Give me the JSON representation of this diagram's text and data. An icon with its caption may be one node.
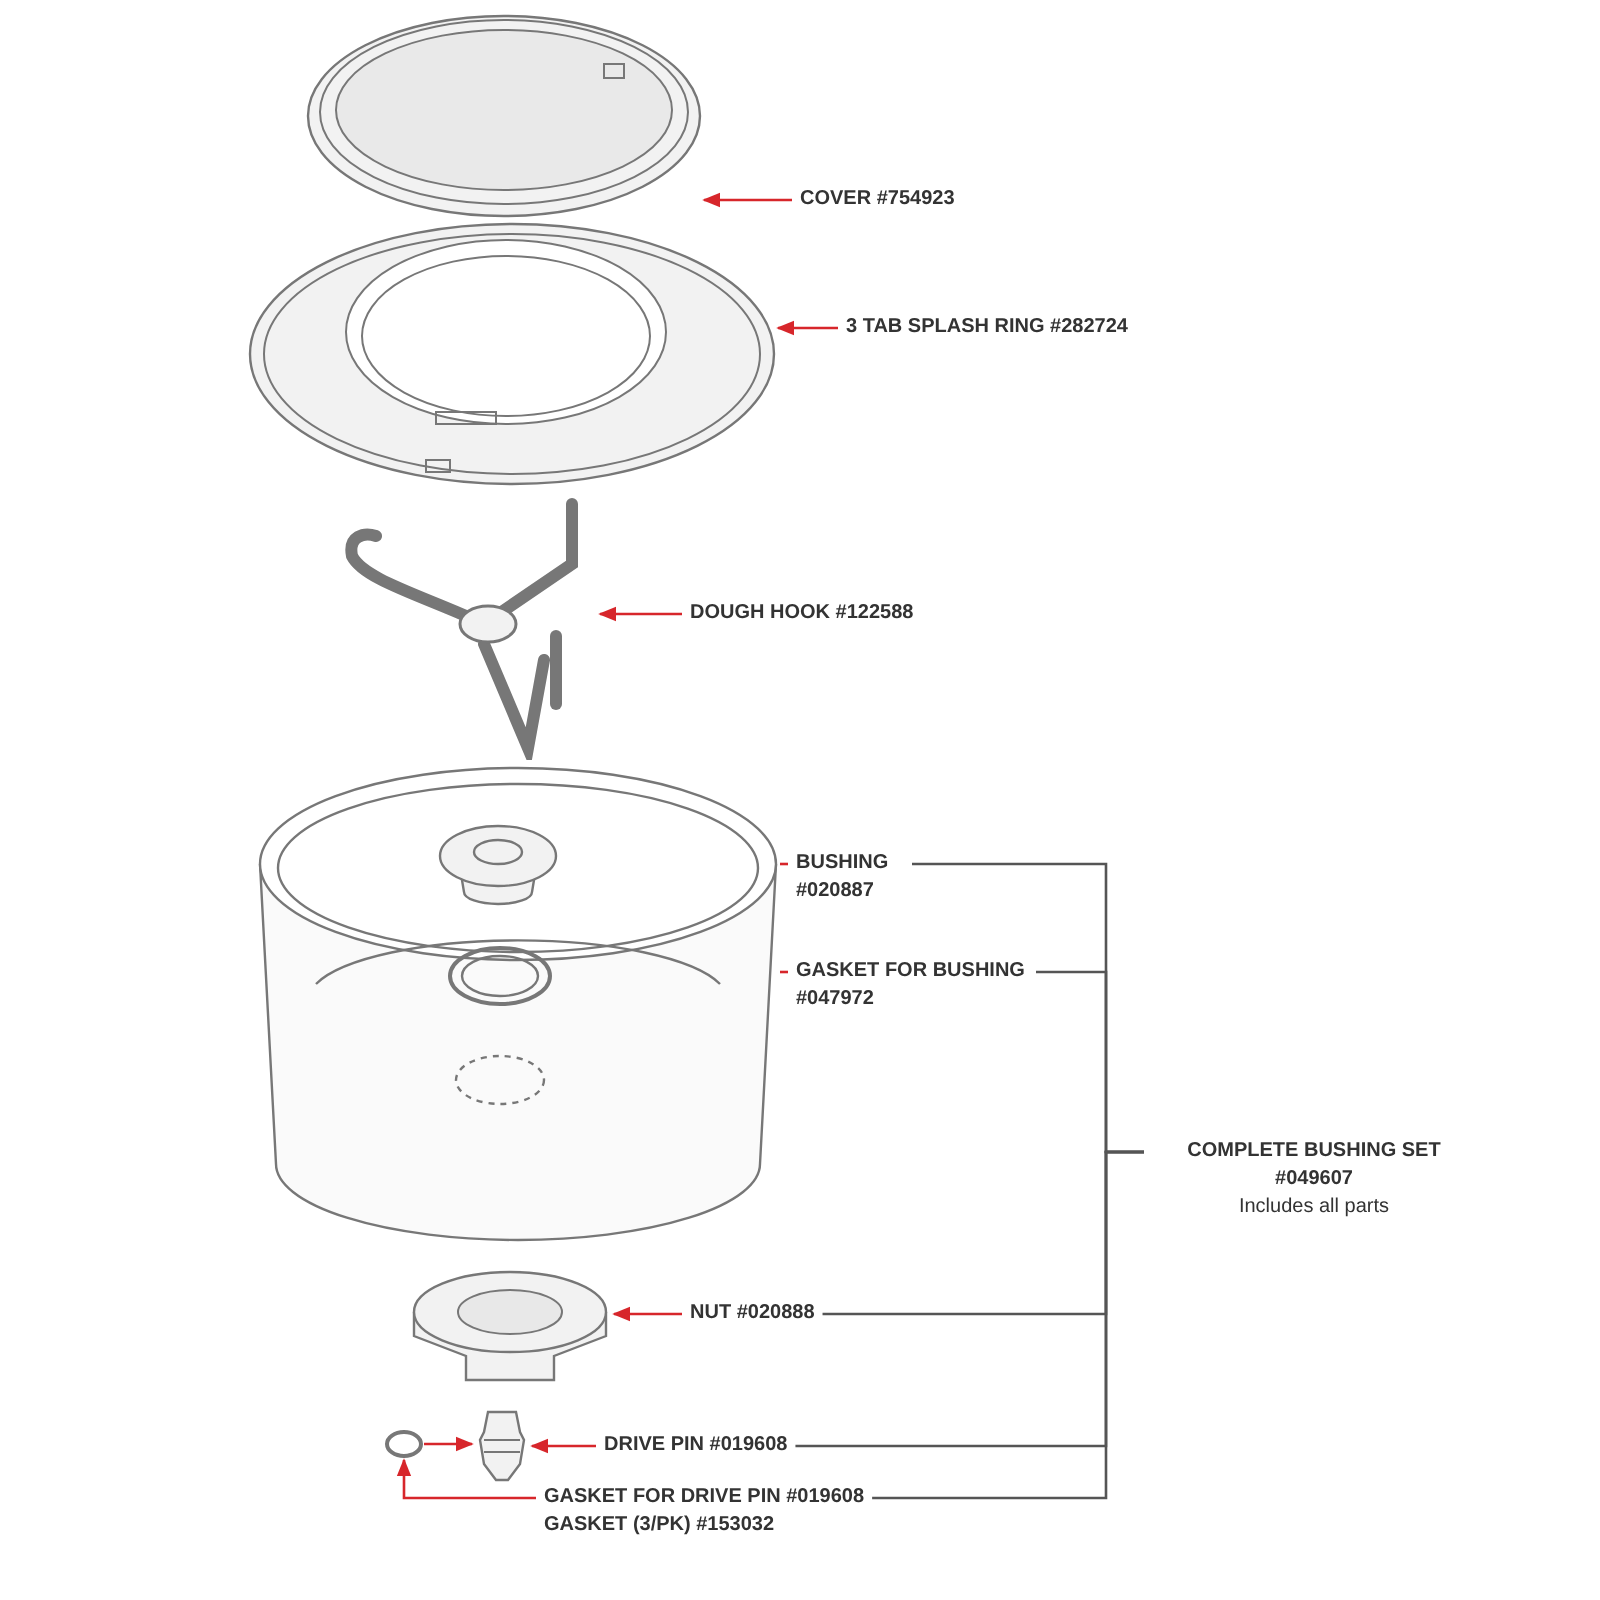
{
  "diagram": {
    "nodes": [
      {
        "text": [
          "COVER #754923"
        ]
      },
      {
        "text": [],
        "shape": "picture"
      },
      {
        "text": [
          "3 TAB SPLASH RING #282724"
        ]
      },
      {
        "text": [],
        "shape": "picture"
      },
      {
        "text": [
          "DOUGH HOOK #122588"
        ]
      },
      {
        "text": [],
        "shape": "picture"
      },
      {
        "text": [],
        "shape": "picture"
      },
      {
        "text": [
          "BUSHING #020887"
        ]
      },
      {
        "text": [
          "GASKET FOR BUSHING #047972"
        ]
      },
      {
        "text": [
          "COMPLETE BUSHING SET #049607",
          "Includes all parts"
        ]
      },
      {
        "text": [],
        "shape": "picture"
      },
      {
        "text": [
          "NUT #020888"
        ]
      },
      {
        "text": [],
        "shape": "circle"
      },
      {
        "text": [],
        "shape": "picture"
      },
      {
        "text": [
          "DRIVE PIN #019608"
        ]
      },
      {
        "text": [
          "GASKET FOR DRIVE PIN #019608",
          "GASKET (3/PK) #153032"
        ]
      }
    ],
    "edges": [
      {
        "from": 0,
        "to": 1,
        "arrow": "to"
      },
      {
        "from": 2,
        "to": 3,
        "arrow": "to"
      },
      {
        "from": 4,
        "to": 5,
        "arrow": "to"
      },
      {
        "from": 7,
        "to": 6,
        "arrow": "none"
      },
      {
        "from": 8,
        "to": 6,
        "arrow": "none"
      },
      {
        "from": 11,
        "to": 10,
        "arrow": "to"
      },
      {
        "from": 14,
        "to": 13,
        "arrow": "to"
      },
      {
        "from": 12,
        "to": 13,
        "arrow": "to"
      },
      {
        "from": 15,
        "to": 12,
        "arrow": "to"
      },
      {
        "from": 7,
        "to": 9,
        "arrow": "none",
        "color": "#555555"
      },
      {
        "from": 8,
        "to": 9,
        "arrow": "none",
        "color": "#555555"
      },
      {
        "from": 11,
        "to": 9,
        "arrow": "none",
        "color": "#555555"
      },
      {
        "from": 14,
        "to": 9,
        "arrow": "none",
        "color": "#555555"
      },
      {
        "from": 15,
        "to": 9,
        "arrow": "none",
        "color": "#555555"
      }
    ]
  }
}
